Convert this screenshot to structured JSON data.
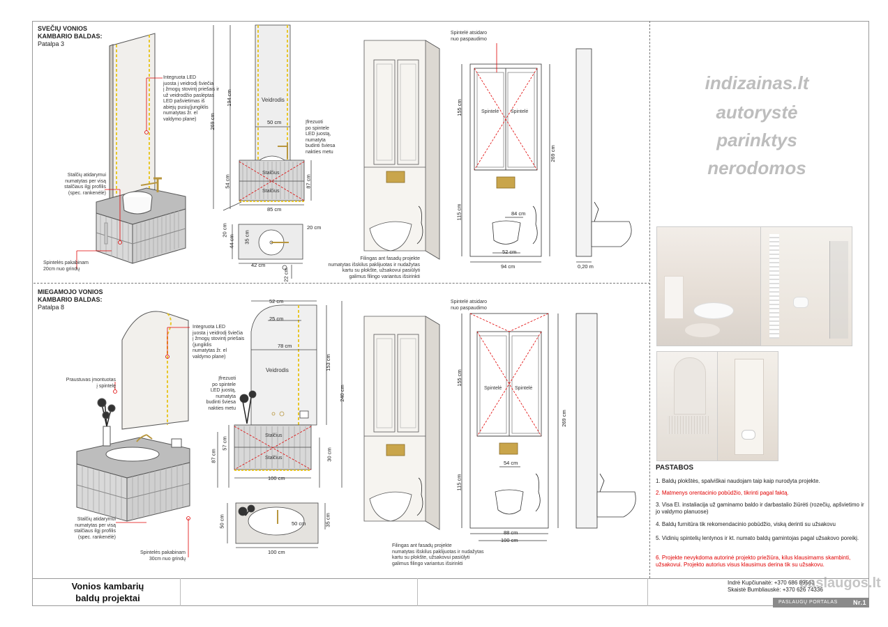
{
  "sections": {
    "top": {
      "title_line1": "SVEČIŲ VONIOS",
      "title_line2": "KAMBARIO BALDAS:",
      "room": "Patalpa 3"
    },
    "bottom": {
      "title_line1": "MIEGAMOJO VONIOS",
      "title_line2": "KAMBARIO BALDAS:",
      "room": "Patalpa 8"
    }
  },
  "annotations": {
    "top_led": [
      "Integruota LED",
      "juosta į veidrodį šviečia",
      "į žmogų stovintį priešais ir",
      "už veidrodžio paslėptas",
      "LED pašvietimas iš",
      "abiejų pusių(jungiklis",
      "numatytas žr. el",
      "valdymo plane)"
    ],
    "top_handle": [
      "Stalčių atidarymui",
      "numatytas per visą",
      "stalčiaus ilgį profilis",
      "(spec. rankenėlė)"
    ],
    "top_hang": [
      "Spintelės pakabinam",
      "20cm nuo grindų"
    ],
    "top_frez": [
      "Įfrezuoti",
      "po spintele",
      "LED juostą,",
      "numatyta",
      "budinti šviesa",
      "nakties metu"
    ],
    "top_mirror": "Veidrodis",
    "top_drawer": "Stalčius",
    "top_spint_click": [
      "Spintelė atsidaro",
      "nuo paspaudimo"
    ],
    "top_film": [
      "Filingas ant fasadų projekte",
      "numatytas išskilus paklijuotas ir nudažytas",
      "kartu su plokšte, užsakovui pasiūlyti",
      "galimus filingo variantus išsirinkti"
    ],
    "cab_label": "Spintelė",
    "bottom_led": [
      "Integruota LED",
      "juosta į veidrodį šviečia",
      "į žmogų stovintį priešais",
      "(jungiklis",
      "numatytas žr. el",
      "valdymo plane)"
    ],
    "bottom_sink": [
      "Praustuvas įmontuotas",
      "į spintelę"
    ],
    "bottom_handle": [
      "Stalčių atidarymui",
      "numatytas per visą",
      "stalčiaus ilgį profilis",
      "(spec. rankenėlė)"
    ],
    "bottom_hang": [
      "Spintelės pakabinam",
      "30cm nuo grindų"
    ],
    "bottom_frez": [
      "Įfrezuoti",
      "po spintele",
      "LED juostą,",
      "numatyta",
      "budinti šviesa",
      "nakties metu"
    ],
    "bottom_mirror": "Veidrodis",
    "bottom_spint_click": [
      "Spintelė atsidaro",
      "nuo paspaudimo"
    ],
    "bottom_film": [
      "Filingas ant fasadų projekte",
      "numatytas išskilus paklijuotas ir nudažytas",
      "kartu su plokšte, užsakovui pasiūlyti",
      "galimus filingo variantus išsirinkti"
    ]
  },
  "dims_top": {
    "d194": "194 cm",
    "d269": "269 cm",
    "d54": "54 cm",
    "d87": "87 cm",
    "d50": "50 cm",
    "d85": "85 cm",
    "d20a": "20 cm",
    "d20b": "20 cm",
    "d44": "44 cm",
    "d35": "35 cm",
    "d42": "42 cm",
    "d22": "22 cm",
    "d155": "155 cm",
    "d115": "115 cm",
    "d84": "84 cm",
    "d52": "52 cm",
    "d94": "94 cm",
    "d269b": "269 cm",
    "d020": "0,20 m"
  },
  "dims_bottom": {
    "d52": "52 cm",
    "d25": "25 cm",
    "d78": "78 cm",
    "d153": "153 cm",
    "d240": "240 cm",
    "d57": "57 cm",
    "d87": "87 cm",
    "d30": "30 cm",
    "d100": "100 cm",
    "d50a": "50 cm",
    "d50b": "50 cm",
    "d35": "35 cm",
    "d100b": "100 cm",
    "d155": "155 cm",
    "d115": "115 cm",
    "d54": "54 cm",
    "d88": "88 cm",
    "d100c": "100 cm",
    "d269": "269 cm"
  },
  "watermark": [
    "indizainas.lt",
    "autorystė",
    "parinktys",
    "nerodomos"
  ],
  "notes": {
    "title": "PASTABOS",
    "items": [
      {
        "text": "1. Baldų plokštės, spalviškai naudojam taip kaip nurodyta projekte.",
        "color": "#222222"
      },
      {
        "text": "2. Matmenys orentacinio pobūdžio, tikrinti pagal faktą.",
        "color": "#e00000"
      },
      {
        "text": "3. Visa El. instaliacija už gaminamo baldo ir darbastalio žiūrėti (rozečių, apšvietimo ir jo valdymo planuose)",
        "color": "#222222"
      },
      {
        "text": "4. Baldų furnitūra tik rekomendacinio pobūdžio, viską derinti su užsakovu",
        "color": "#222222"
      },
      {
        "text": "5. Vidinių spintelių lentynos ir kt. numato baldų gamintojas pagal užsakovo poreikį.",
        "color": "#222222"
      },
      {
        "text": "6. Projekte nevykdoma autorinė projekto priežiūra, kilus klausimams skambinti, užsakovui. Projekto autorius visus klausimus derina tik su užsakovu.",
        "color": "#e00000"
      }
    ]
  },
  "footer": {
    "title_line1": "Vonios kambarių",
    "title_line2": "baldų projektai",
    "contact1": "Indrė Kupčiunaitė: +370 686 89561",
    "contact2": "Skaistė Bumbliauskė: +370 626 74336",
    "badge": "PASLAUGŲ PORTALAS",
    "badge_nr": "Nr.1",
    "site": "paslaugos.lt"
  },
  "colors": {
    "led": "#e8c72a",
    "red": "#e00000",
    "line": "#333333",
    "cabinet": "#d6d6d6",
    "brass": "#b8963e"
  }
}
